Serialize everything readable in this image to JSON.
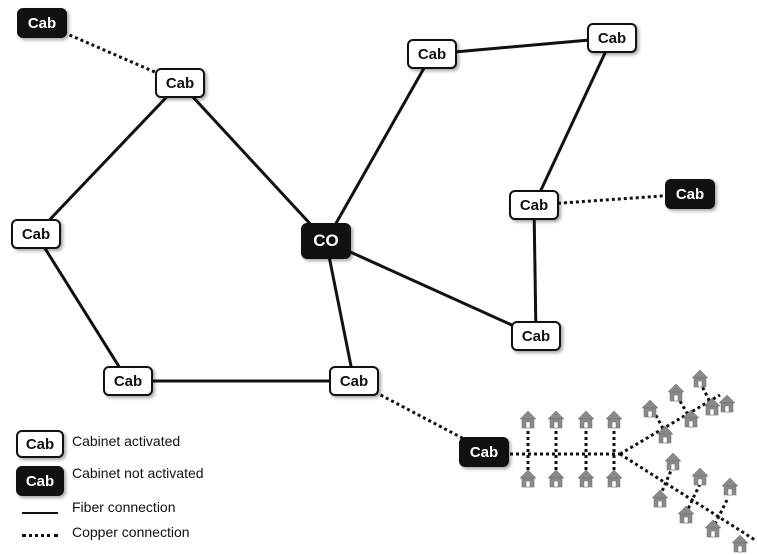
{
  "nodes": {
    "cab_tl": "Cab",
    "cab_top_left": "Cab",
    "cab_left": "Cab",
    "co": "CO",
    "cab_bottom_left": "Cab",
    "cab_bottom_mid": "Cab",
    "cab_top_mid": "Cab",
    "cab_top_right": "Cab",
    "cab_right": "Cab",
    "cab_right_dark": "Cab",
    "cab_bottom_right": "Cab",
    "cab_bottom_dark": "Cab"
  },
  "legend": {
    "activated_box": "Cab",
    "activated_label": "Cabinet activated",
    "not_activated_box": "Cab",
    "not_activated_label": "Cabinet not activated",
    "fiber_label": "Fiber connection",
    "copper_label": "Copper connection"
  },
  "colors": {
    "line": "#111111",
    "house": "#8a8a8a"
  },
  "icons": {
    "house": "house-icon"
  }
}
